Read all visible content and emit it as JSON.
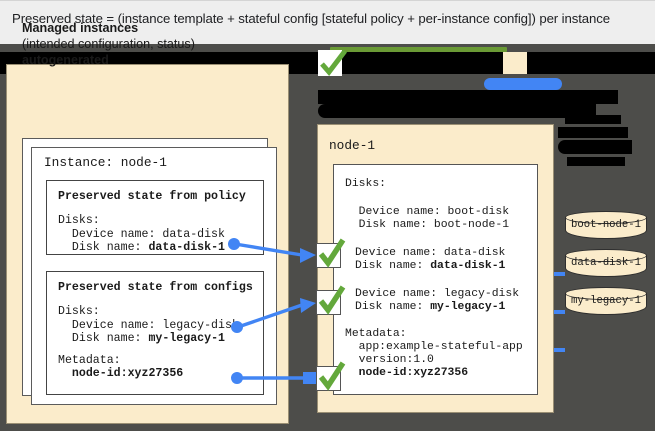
{
  "caption": {
    "text": "Preserved state = (instance template + stateful config [stateful policy + per-instance config]) per instance"
  },
  "left_panel": {
    "title_line1": "Managed instances",
    "title_line2": "(intended configuration, status)",
    "title_line3": "autogenerated",
    "instance_label": "Instance: node-1",
    "policy_box": {
      "title": "Preserved state from policy",
      "line1": "Disks:",
      "line2": "  Device name: data-disk",
      "line3_prefix": "  Disk name: ",
      "line3_value": "data-disk-1"
    },
    "configs_box": {
      "title": "Preserved state from configs",
      "line1": "Disks:",
      "line2": "  Device name: legacy-disk",
      "line3_prefix": "  Disk name: ",
      "line3_value": "my-legacy-1",
      "line4": "Metadata:",
      "line5_value": "  node-id:xyz27356"
    }
  },
  "right_panel": {
    "node_label": "node-1",
    "disks_header": "Disks:",
    "boot": {
      "device": "  Device name: boot-disk",
      "disk": "  Disk name: boot-node-1"
    },
    "data": {
      "device": "Device name: data-disk",
      "disk_prefix": "Disk name: ",
      "disk_value": "data-disk-1"
    },
    "legacy": {
      "device": "Device name: legacy-disk",
      "disk_prefix": "Disk name: ",
      "disk_value": "my-legacy-1"
    },
    "metadata": {
      "header": "Metadata:",
      "app": "  app:example-stateful-app",
      "version": "  version:1.0",
      "node_id": "  node-id:xyz27356"
    }
  },
  "disks": [
    {
      "label": "boot-node-1"
    },
    {
      "label": "data-disk-1"
    },
    {
      "label": "my-legacy-1"
    }
  ],
  "colors": {
    "cream": "#fbeccb",
    "backdrop": "#4d4d4a",
    "check_green": "#63a83b",
    "accent_blue": "#4285f4",
    "green_line": "#6a9a35",
    "caption_band": "#eeeeee"
  }
}
